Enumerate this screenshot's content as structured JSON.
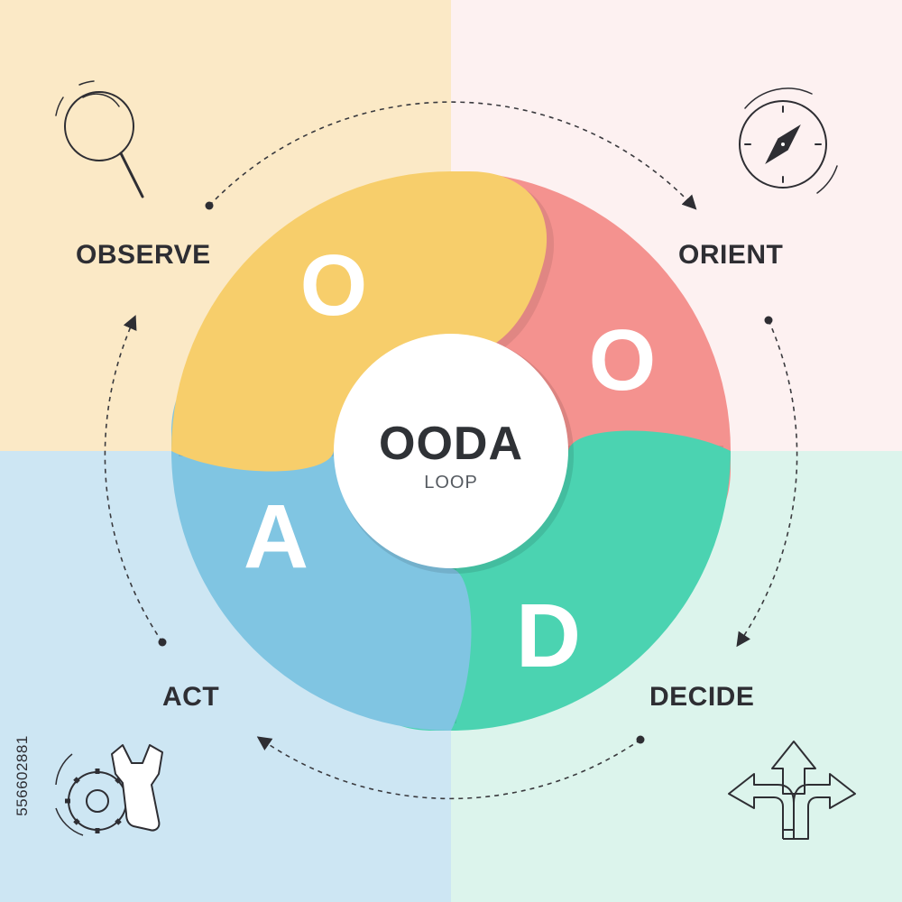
{
  "colors": {
    "quadrant_observe": "#fbe9c6",
    "quadrant_orient": "#fdf1f1",
    "quadrant_act": "#cde6f3",
    "quadrant_decide": "#dcf4ec",
    "segment_observe": "#f7ce6b",
    "segment_orient": "#f4928f",
    "segment_decide": "#4bd3b1",
    "segment_act": "#80c5e2",
    "text_dark": "#2e2e33"
  },
  "center": {
    "title": "OODA",
    "subtitle": "LOOP"
  },
  "segments": [
    {
      "letter": "O",
      "label": "OBSERVE",
      "icon": "magnifier-icon"
    },
    {
      "letter": "O",
      "label": "ORIENT",
      "icon": "compass-icon"
    },
    {
      "letter": "D",
      "label": "DECIDE",
      "icon": "split-arrows-icon"
    },
    {
      "letter": "A",
      "label": "ACT",
      "icon": "gear-wrench-icon"
    }
  ],
  "stock_id": "556602881"
}
